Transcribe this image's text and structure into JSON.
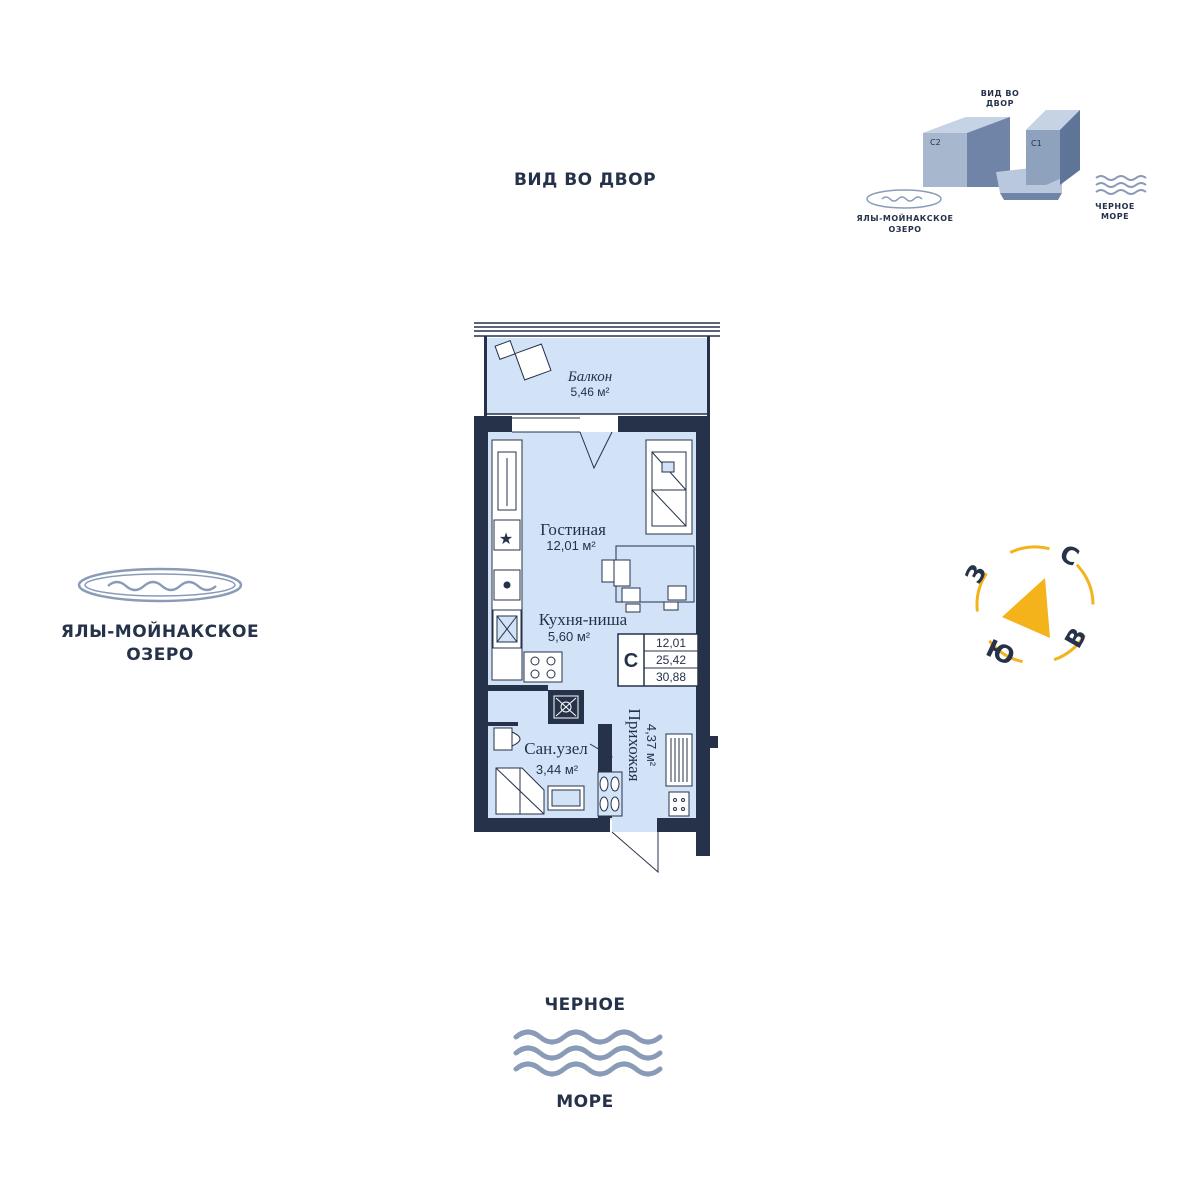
{
  "orientation": {
    "top_label": "ВИД ВО ДВОР",
    "left_label_line1": "ЯЛЫ-МОЙНАКСКОЕ",
    "left_label_line2": "ОЗЕРО",
    "bottom_label_top": "ЧЕРНОЕ",
    "bottom_label_bottom": "МОРЕ"
  },
  "mini_map": {
    "top_line1": "ВИД ВО",
    "top_line2": "ДВОР",
    "building_c2": "C2",
    "building_c1": "C1",
    "lake_line1": "ЯЛЫ-МОЙНАКСКОЕ",
    "lake_line2": "ОЗЕРО",
    "sea_line1": "ЧЕРНОЕ",
    "sea_line2": "МОРЕ"
  },
  "rooms": {
    "balcony": {
      "name": "Балкон",
      "area": "5,46 м²"
    },
    "living": {
      "name": "Гостиная",
      "area": "12,01 м²"
    },
    "kitchen": {
      "name": "Кухня-ниша",
      "area": "5,60 м²"
    },
    "bath": {
      "name": "Сан.узел",
      "area": "3,44 м²"
    },
    "hall": {
      "name": "Прихожая",
      "area": "4,37 м²"
    }
  },
  "summary": {
    "type": "С",
    "living_area": "12,01",
    "total_area": "25,42",
    "full_area": "30,88"
  },
  "compass": {
    "north": "С",
    "east": "В",
    "south": "Ю",
    "west": "З"
  },
  "colors": {
    "wall": "#25324a",
    "floor": "#d3e3f7",
    "label": "#25324a",
    "water": "#8a9bb8",
    "compass": "#f4b21b"
  }
}
